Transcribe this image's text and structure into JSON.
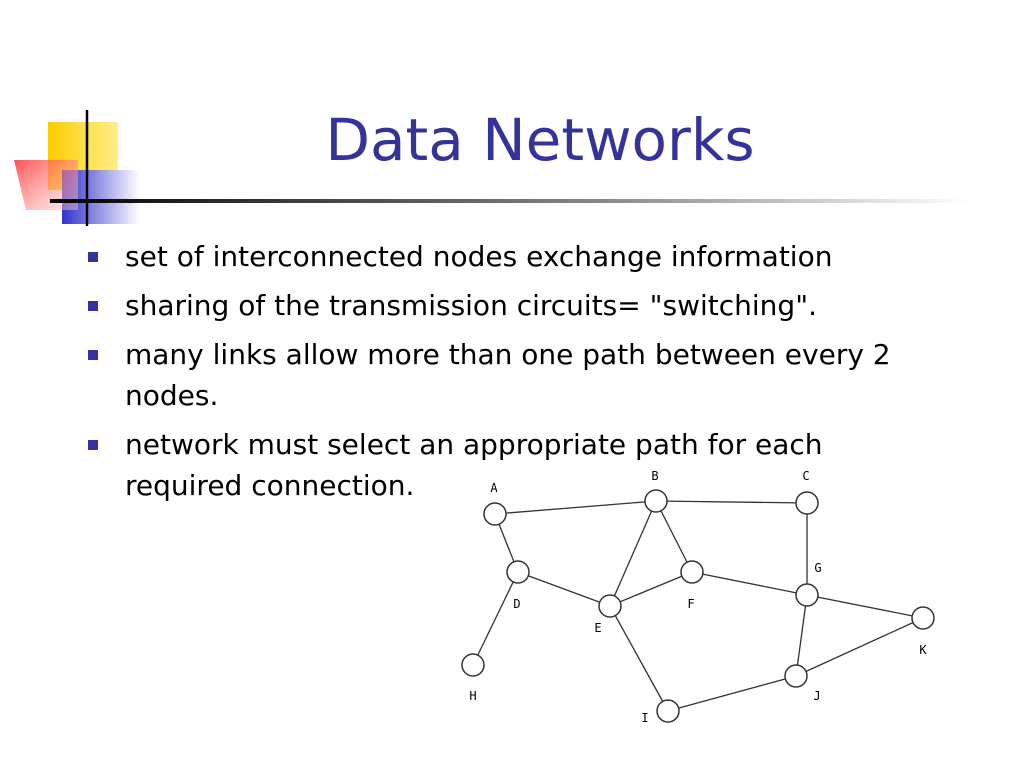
{
  "slide": {
    "title": "Data Networks",
    "accent_color": "#333399",
    "bullets": [
      "set of interconnected nodes exchange information",
      "sharing of the transmission circuits= \"switching\".",
      "many links allow more than one path between every 2 nodes.",
      "network must select an appropriate path for each required connection."
    ]
  },
  "network_diagram": {
    "nodes": [
      "A",
      "B",
      "C",
      "D",
      "E",
      "F",
      "G",
      "H",
      "I",
      "J",
      "K"
    ],
    "edges": [
      [
        "A",
        "B"
      ],
      [
        "B",
        "C"
      ],
      [
        "A",
        "D"
      ],
      [
        "D",
        "E"
      ],
      [
        "D",
        "H"
      ],
      [
        "B",
        "E"
      ],
      [
        "B",
        "F"
      ],
      [
        "E",
        "F"
      ],
      [
        "F",
        "G"
      ],
      [
        "C",
        "G"
      ],
      [
        "G",
        "K"
      ],
      [
        "G",
        "J"
      ],
      [
        "E",
        "I"
      ],
      [
        "I",
        "J"
      ],
      [
        "J",
        "K"
      ]
    ]
  }
}
